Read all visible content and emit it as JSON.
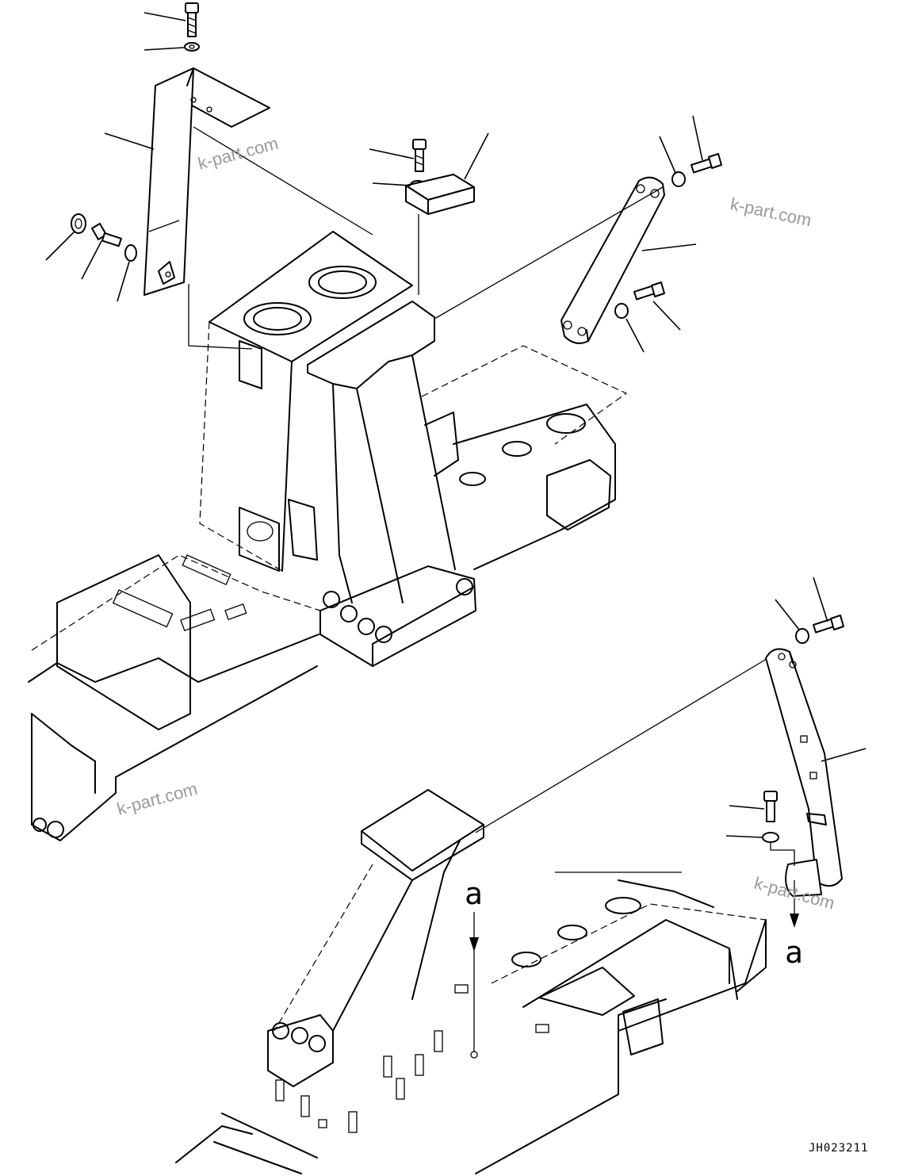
{
  "drawing": {
    "code": "JH023211",
    "view_ref_top": "a",
    "view_ref_bottom": "a"
  },
  "watermarks": [
    "k-part.com",
    "k-part.com",
    "k-part.com",
    "k-part.com"
  ]
}
